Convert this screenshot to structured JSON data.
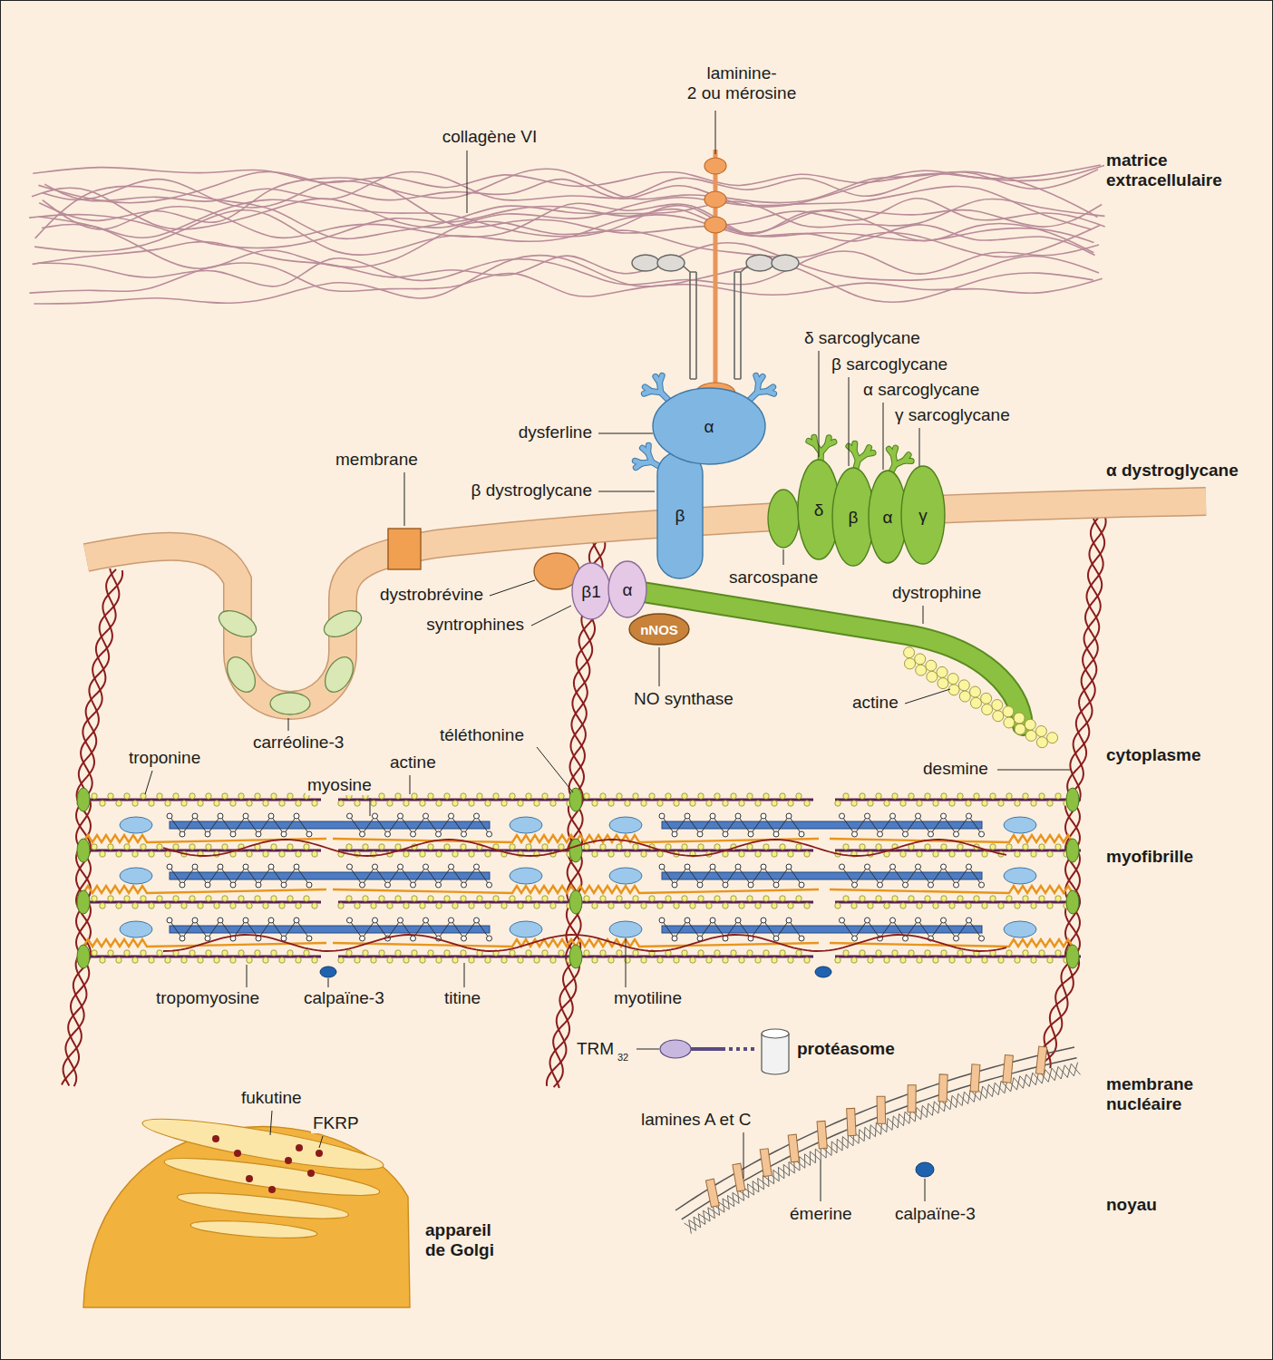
{
  "diagram": {
    "nodes": [
      {
        "text": [
          "α"
        ]
      },
      {
        "text": [
          "β"
        ]
      },
      {
        "text": [
          "δ"
        ]
      },
      {
        "text": [
          "β"
        ]
      },
      {
        "text": [
          "α"
        ]
      },
      {
        "text": [
          "γ"
        ]
      },
      {
        "text": [
          "β1"
        ]
      },
      {
        "text": [
          "α"
        ]
      },
      {
        "text": [
          "nNOS"
        ]
      }
    ],
    "labels": [
      "laminine-2 ou mérosine",
      "collagène VI",
      "matrice extracellulaire",
      "δ sarcoglycane",
      "β sarcoglycane",
      "α sarcoglycane",
      "γ sarcoglycane",
      "α dystroglycane",
      "dysferline",
      "membrane",
      "β dystroglycane",
      "dystrobrévine",
      "sarcospane",
      "dystrophine",
      "syntrophines",
      "NO synthase",
      "actine",
      "carréoline-3",
      "téléthonine",
      "troponine",
      "actine",
      "cytoplasme",
      "myosine",
      "desmine",
      "myofibrille",
      "tropomyosine",
      "calpaïne-3",
      "titine",
      "myotiline",
      "TRM",
      "32",
      "protéasome",
      "membrane nucléaire",
      "fukutine",
      "FKRP",
      "lamines A et C",
      "émerine",
      "calpaïne-3",
      "noyau",
      "appareil de Golgi"
    ]
  }
}
